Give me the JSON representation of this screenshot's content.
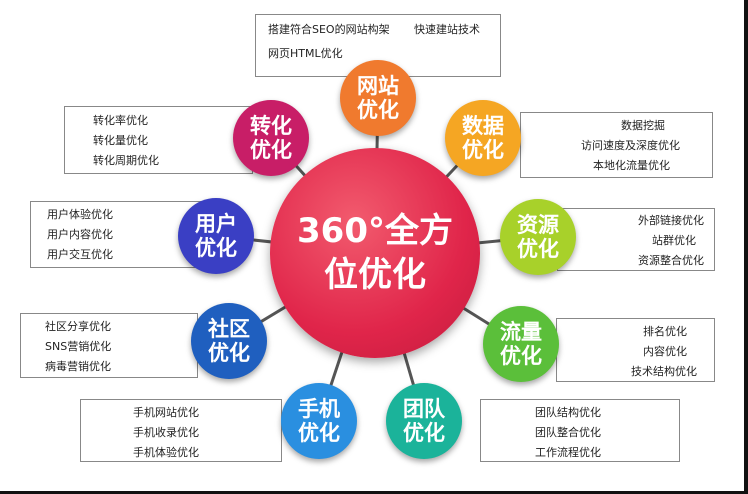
{
  "center": {
    "title": "360°全方位优化"
  },
  "colors": {
    "center": "#e0254a",
    "connector": "#555555",
    "panel_border": "#888888"
  },
  "modules": [
    {
      "name": "网站优化",
      "color": "#f07a2e",
      "items": [
        "搭建符合SEO的网站构架",
        "快速建站技术",
        "网页HTML优化"
      ]
    },
    {
      "name": "数据优化",
      "color": "#f5a623",
      "items": [
        "数据挖掘",
        "访问速度及深度优化",
        "本地化流量优化"
      ]
    },
    {
      "name": "资源优化",
      "color": "#a8d12a",
      "items": [
        "外部链接优化",
        "站群优化",
        "资源整合优化"
      ]
    },
    {
      "name": "流量优化",
      "color": "#5bbf3a",
      "items": [
        "排名优化",
        "内容优化",
        "技术结构优化"
      ]
    },
    {
      "name": "团队优化",
      "color": "#1bb39a",
      "items": [
        "团队结构优化",
        "团队整合优化",
        "工作流程优化"
      ]
    },
    {
      "name": "手机优化",
      "color": "#2a8fe0",
      "items": [
        "手机网站优化",
        "手机收录优化",
        "手机体验优化"
      ]
    },
    {
      "name": "社区优化",
      "color": "#1f5fbf",
      "items": [
        "社区分享优化",
        "SNS营销优化",
        "病毒营销优化"
      ]
    },
    {
      "name": "用户优化",
      "color": "#3a3fc4",
      "items": [
        "用户体验优化",
        "用户内容优化",
        "用户交互优化"
      ]
    },
    {
      "name": "转化优化",
      "color": "#c81e67",
      "items": [
        "转化率优化",
        "转化量优化",
        "转化周期优化"
      ]
    }
  ]
}
